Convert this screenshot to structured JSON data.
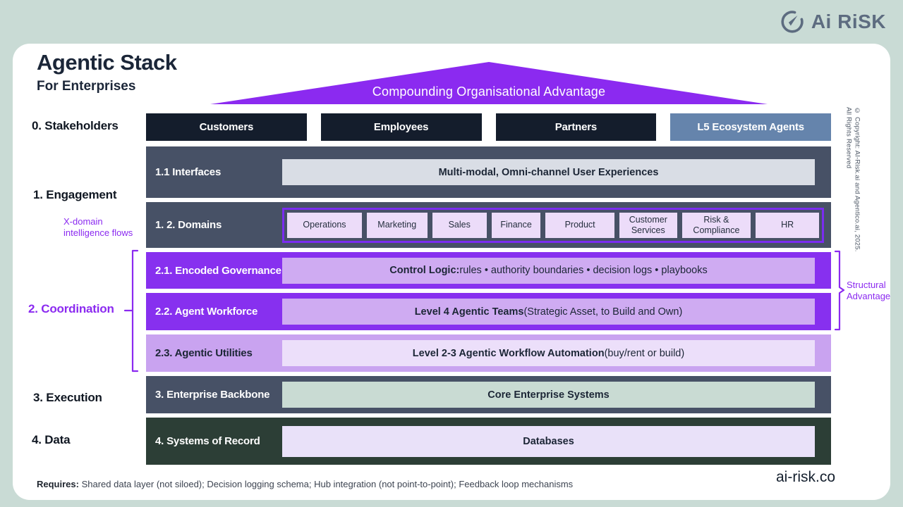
{
  "brand": {
    "name": "Ai RiSK"
  },
  "header": {
    "title": "Agentic Stack",
    "subtitle": "For Enterprises",
    "banner": "Compounding Organisational Advantage"
  },
  "left_labels": {
    "stakeholders": "0. Stakeholders",
    "engagement": "1. Engagement",
    "x_domain_note": "X-domain intelligence flows",
    "coordination": "2. Coordination",
    "execution": "3. Execution",
    "data": "4. Data"
  },
  "stakeholders": [
    "Customers",
    "Employees",
    "Partners",
    "L5 Ecosystem Agents"
  ],
  "rows": {
    "interfaces": {
      "label": "1.1 Interfaces",
      "content": "Multi-modal, Omni-channel User Experiences"
    },
    "domains": {
      "label": "1. 2. Domains",
      "items": [
        "Operations",
        "Marketing",
        "Sales",
        "Finance",
        "Product",
        "Customer Services",
        "Risk & Compliance",
        "HR"
      ]
    },
    "governance": {
      "label": "2.1. Encoded Governance",
      "content_bold": "Control Logic:",
      "content_rest": " rules • authority boundaries • decision logs • playbooks"
    },
    "workforce": {
      "label": "2.2. Agent Workforce",
      "content_bold": "Level 4 Agentic Teams",
      "content_rest": " (Strategic Asset, to Build and Own)"
    },
    "utilities": {
      "label": "2.3. Agentic Utilities",
      "content_bold": "Level 2-3 Agentic Workflow Automation",
      "content_rest": " (buy/rent or build)"
    },
    "backbone": {
      "label": "3. Enterprise Backbone",
      "content": "Core Enterprise Systems"
    },
    "systems_of_record": {
      "label": "4. Systems of Record",
      "content": "Databases"
    }
  },
  "annotations": {
    "structural_advantage": "Structural Advantage",
    "copyright": "© Copyright: AI-Risk.ai and Agentico.ai, 2025. All Rights Reserved"
  },
  "footer": {
    "requires_bold": "Requires:",
    "requires_rest": " Shared data layer (not siloed); Decision logging schema; Hub integration (not point-to-point); Feedback loop mechanisms",
    "site": "ai-risk.co"
  },
  "colors": {
    "background": "#c9dbd5",
    "accent_purple": "#8b2af0",
    "row_slate": "#475166",
    "row_purple": "#8730ef",
    "row_light_purple": "#c9a3f0",
    "row_dark_green": "#2c3e36",
    "dark_box": "#141d2c",
    "l5_blue": "#6584ac"
  }
}
